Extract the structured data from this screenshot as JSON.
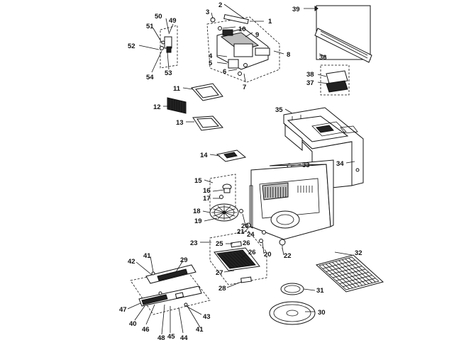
{
  "diagram": {
    "callouts": {
      "c1": "1",
      "c2": "2",
      "c3": "3",
      "c4": "4",
      "c5": "5",
      "c6": "6",
      "c7": "7",
      "c8": "8",
      "c9": "9",
      "c10": "10",
      "c11": "11",
      "c12": "12",
      "c13": "13",
      "c14": "14",
      "c15": "15",
      "c16": "16",
      "c17": "17",
      "c18": "18",
      "c19": "19",
      "c20a": "20",
      "c20b": "20",
      "c21": "21",
      "c22": "22",
      "c23": "23",
      "c24": "24",
      "c25": "25",
      "c26a": "26",
      "c26b": "26",
      "c27": "27",
      "c28": "28",
      "c29": "29",
      "c30": "30",
      "c31": "31",
      "c32": "32",
      "c33": "33",
      "c34": "34",
      "c35": "35",
      "c36": "36",
      "c37": "37",
      "c38": "38",
      "c39": "39",
      "c40": "40",
      "c41a": "41",
      "c41b": "41",
      "c42": "42",
      "c43": "43",
      "c44": "44",
      "c45": "45",
      "c46": "46",
      "c47": "47",
      "c48": "48",
      "c49": "49",
      "c50": "50",
      "c51": "51",
      "c52": "52",
      "c53": "53",
      "c54": "54"
    }
  }
}
